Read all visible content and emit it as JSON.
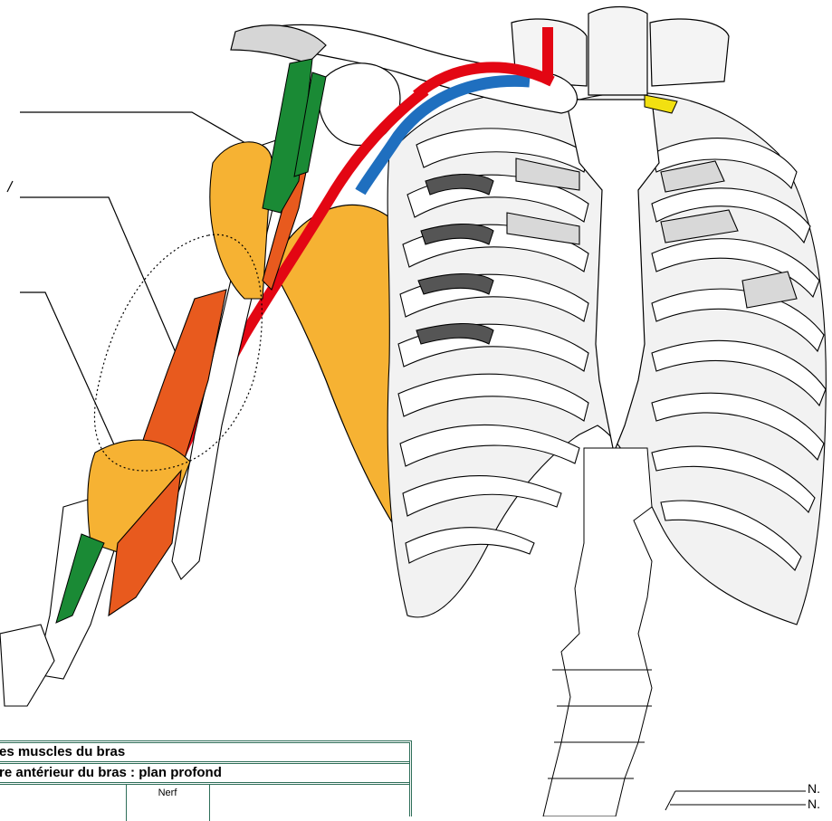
{
  "table": {
    "title": "es muscles du bras",
    "subtitle": "re antérieur du bras : plan profond",
    "col_nerf": "Nerf"
  },
  "right_labels": [
    "N.",
    "N."
  ],
  "colors": {
    "muscle_orange": "#e85a1e",
    "tendon_yellow": "#f6b233",
    "green": "#1a8a35",
    "artery_red": "#e30613",
    "vein_blue": "#1f6fbf",
    "bone": "#ffffff",
    "table_border": "#2f6e59"
  }
}
